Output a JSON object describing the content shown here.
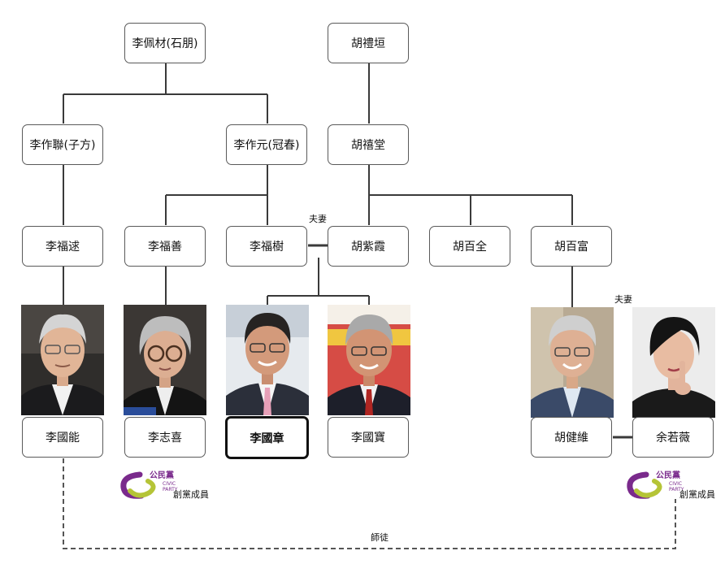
{
  "people": {
    "li_peicai": "李佩材(石朋)",
    "hu_liyuan": "胡禮垣",
    "li_zuolian": "李作聯(子方)",
    "li_zuoyuan": "李作元(冠春)",
    "hu_xitang": "胡禧堂",
    "li_fushu_a": "李福逑",
    "li_fushan": "李福善",
    "li_fushu_b": "李福樹",
    "hu_zixia": "胡紫霞",
    "hu_baiquan": "胡百全",
    "hu_baifu": "胡百富",
    "li_guoneng": "李國能",
    "li_zhixi": "李志喜",
    "li_guozhang": "李國章",
    "li_guobao": "李國寶",
    "hu_jianwei": "胡健維",
    "yu_ruowei": "余若薇"
  },
  "labels": {
    "spouse_1": "夫妻",
    "spouse_2": "夫妻",
    "founding_member_1": "創黨成員",
    "founding_member_2": "創黨成員",
    "mentor": "師徒"
  },
  "logo": {
    "party_cn": "公民黨",
    "party_en_1": "CIVIC",
    "party_en_2": "PARTY",
    "colors": {
      "purple": "#7a2a8c",
      "green": "#b5c437"
    }
  },
  "photos": {
    "li_guoneng": "portrait-photo",
    "li_zhixi": "portrait-photo",
    "li_guozhang": "portrait-photo",
    "li_guobao": "portrait-photo",
    "hu_jianwei": "portrait-photo",
    "yu_ruowei": "portrait-photo"
  }
}
